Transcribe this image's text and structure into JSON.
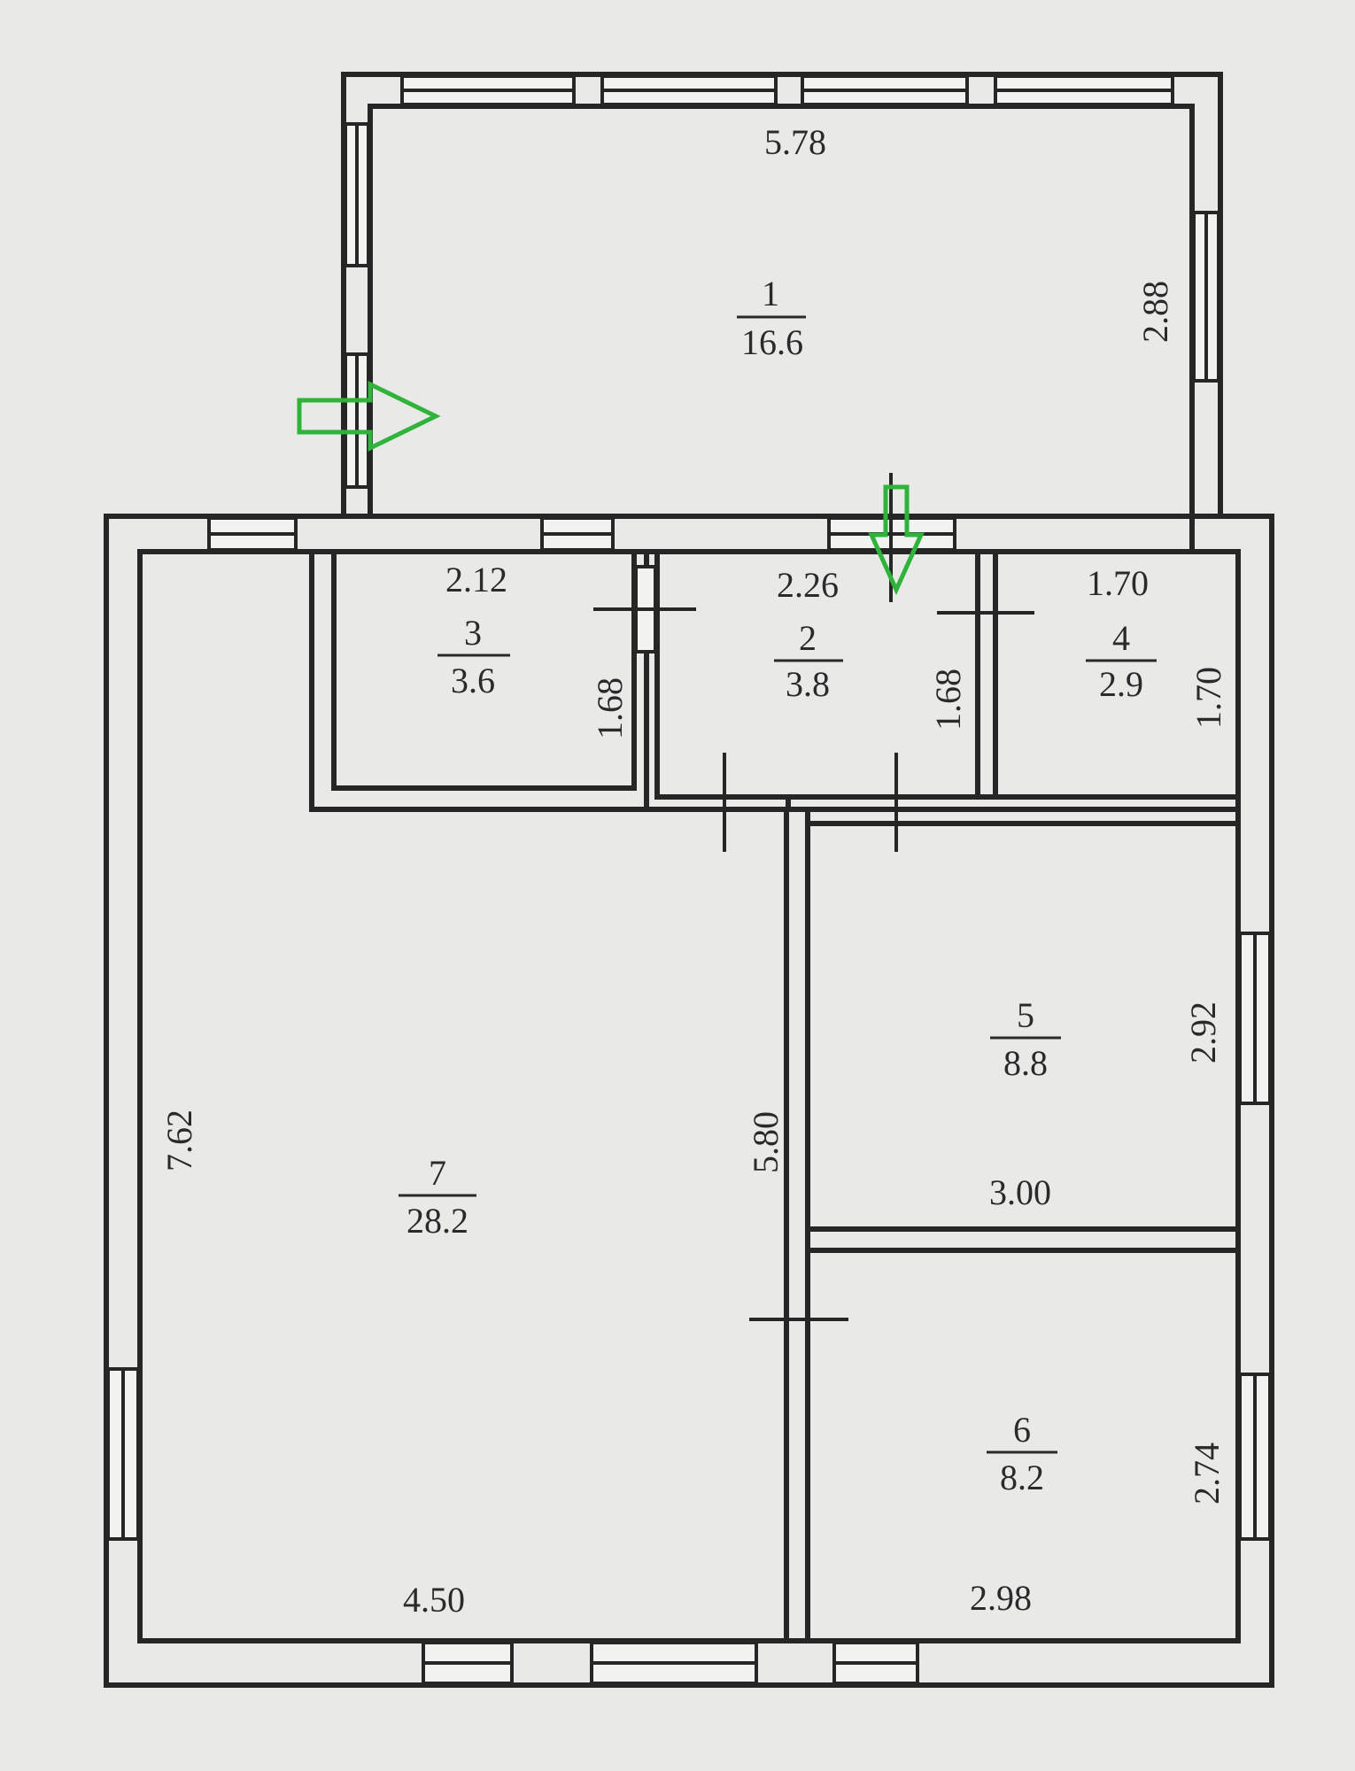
{
  "rooms": [
    {
      "number": "1",
      "area": "16.6"
    },
    {
      "number": "2",
      "area": "3.8"
    },
    {
      "number": "3",
      "area": "3.6"
    },
    {
      "number": "4",
      "area": "2.9"
    },
    {
      "number": "5",
      "area": "8.8"
    },
    {
      "number": "6",
      "area": "8.2"
    },
    {
      "number": "7",
      "area": "28.2"
    }
  ],
  "dimensions": {
    "r1_width": "5.78",
    "r1_height": "2.88",
    "r3_width": "2.12",
    "r3_height": "1.68",
    "r2_width": "2.26",
    "r2_height": "1.68",
    "r4_width": "1.70",
    "r4_height": "1.70",
    "r5_width": "3.00",
    "r5_height": "2.92",
    "r6_width": "2.98",
    "r6_height": "2.74",
    "r7_width": "4.50",
    "r7_height": "7.62",
    "partition_height": "5.80"
  },
  "colors": {
    "wall": "#262626",
    "window_fill": "#f2f2f0",
    "arrow": "#2fb33a",
    "paper": "#e9e9e7"
  },
  "markers": [
    "entrance-arrow-right-icon",
    "entrance-arrow-down-icon"
  ]
}
